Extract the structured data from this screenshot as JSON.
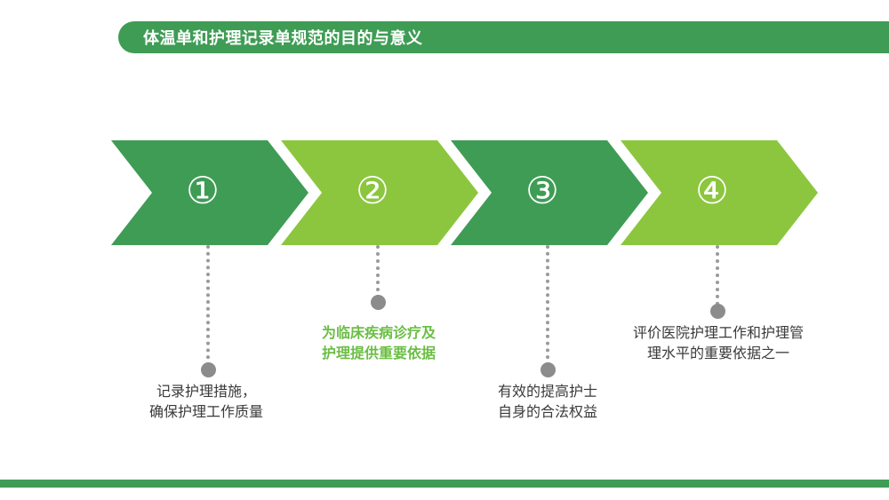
{
  "slide": {
    "title": "体温单和护理记录单规范的目的与意义",
    "theme": {
      "dark_green": "#3f9c55",
      "light_green": "#8cc63e",
      "caption_green": "#6bbe45",
      "dot_gray": "#8c8c8c",
      "text_gray": "#3a3a3a"
    }
  },
  "steps": [
    {
      "number": "①",
      "caption": "记录护理措施，\n确保护理工作质量",
      "color": "#3f9c55",
      "caption_style": "normal"
    },
    {
      "number": "②",
      "caption": "为临床疾病诊疗及\n护理提供重要依据",
      "color": "#8cc63e",
      "caption_style": "green"
    },
    {
      "number": "③",
      "caption": "有效的提高护士\n自身的合法权益",
      "color": "#3f9c55",
      "caption_style": "normal"
    },
    {
      "number": "④",
      "caption": "评价医院护理工作和护理管\n理水平的重要依据之一",
      "color": "#8cc63e",
      "caption_style": "normal"
    }
  ]
}
